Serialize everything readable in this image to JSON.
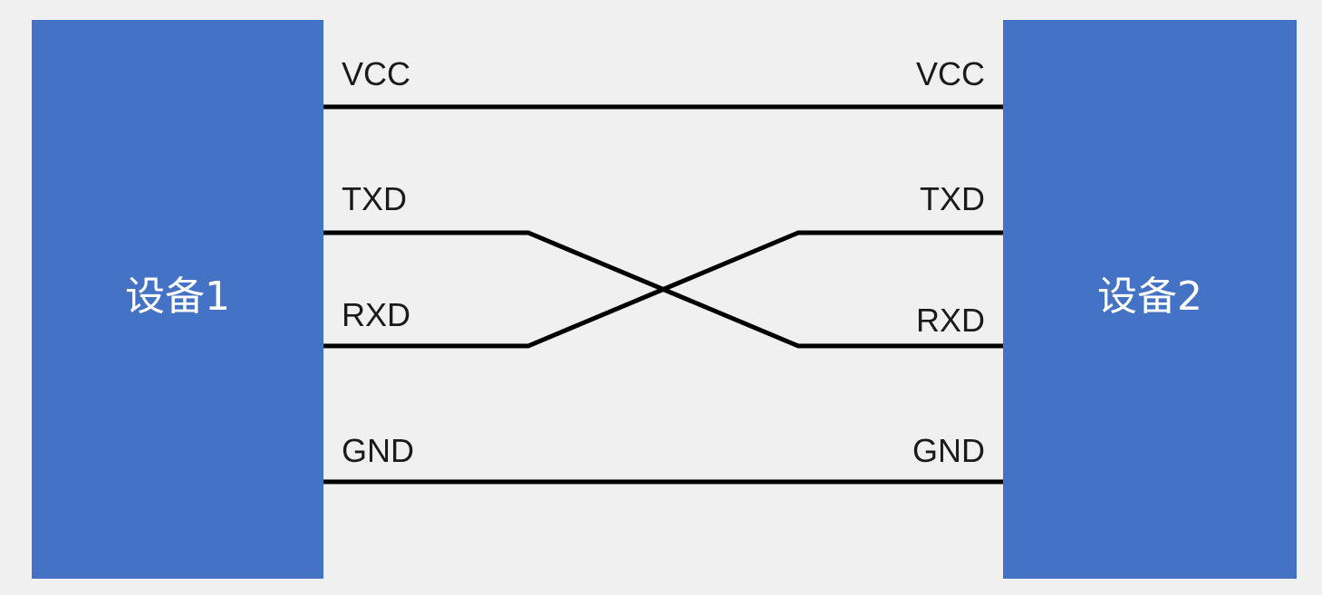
{
  "devices": {
    "left": {
      "label": "设备1"
    },
    "right": {
      "label": "设备2"
    }
  },
  "pins": {
    "left": {
      "vcc": "VCC",
      "txd": "TXD",
      "rxd": "RXD",
      "gnd": "GND"
    },
    "right": {
      "vcc": "VCC",
      "txd": "TXD",
      "rxd": "RXD",
      "gnd": "GND"
    }
  },
  "connections": [
    {
      "from": "VCC",
      "to": "VCC"
    },
    {
      "from": "TXD",
      "to": "RXD"
    },
    {
      "from": "RXD",
      "to": "TXD"
    },
    {
      "from": "GND",
      "to": "GND"
    }
  ],
  "colors": {
    "device_fill": "#4472c4",
    "device_text": "#ffffff",
    "wire": "#000000",
    "background": "#f0f0f0"
  }
}
